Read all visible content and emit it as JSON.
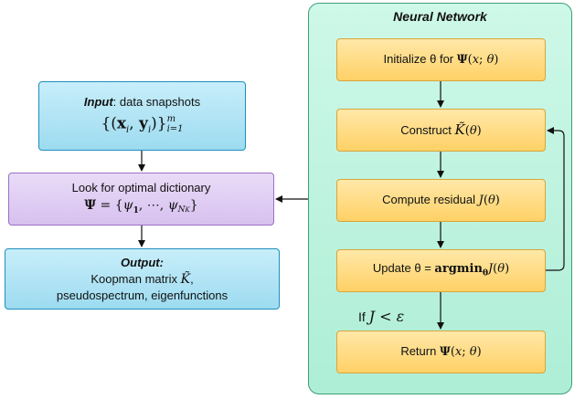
{
  "input": {
    "label": "Input",
    "text": ": data snapshots",
    "math": "{(x_i, y_i)}_{i=1}^m"
  },
  "dictionary": {
    "text": "Look for optimal dictionary",
    "math": "Ψ = {ψ_1, ⋯, ψ_{N_K}}"
  },
  "output": {
    "label": "Output",
    "line1": "Koopman matrix",
    "line2": "pseudospectrum, eigenfunctions"
  },
  "neural_network": {
    "title": "Neural Network",
    "steps": [
      {
        "text": "Initialize θ for",
        "math": "Ψ(x; θ)"
      },
      {
        "text": "Construct",
        "math": "K̃(θ)"
      },
      {
        "text": "Compute residual",
        "math": "J(θ)"
      },
      {
        "text": "Update θ =",
        "math": "argmin_θ J(θ)"
      },
      {
        "text": "Return",
        "math": "Ψ(x; θ)"
      }
    ],
    "condition": {
      "text": "If",
      "math": "J < ε"
    }
  },
  "colors": {
    "panel": "#b9f2dd",
    "blue_box": "#a8e0f3",
    "purple_box": "#dcc8f1",
    "orange_box": "#ffd976"
  }
}
